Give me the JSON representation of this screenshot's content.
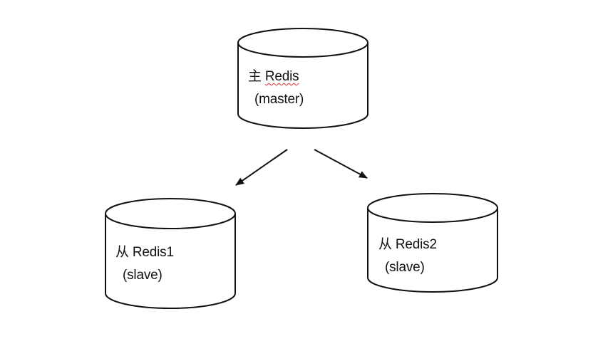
{
  "nodes": {
    "master": {
      "prefix": "主",
      "name": "Redis",
      "role": "(master)"
    },
    "slave1": {
      "prefix": "从",
      "name": "Redis1",
      "role": "(slave)"
    },
    "slave2": {
      "prefix": "从",
      "name": "Redis2",
      "role": "(slave)"
    }
  },
  "edges": [
    {
      "from": "master",
      "to": "slave1"
    },
    {
      "from": "master",
      "to": "slave2"
    }
  ],
  "colors": {
    "stroke": "#111111",
    "fill": "#ffffff",
    "spellcheck_underline": "#d9262c"
  }
}
